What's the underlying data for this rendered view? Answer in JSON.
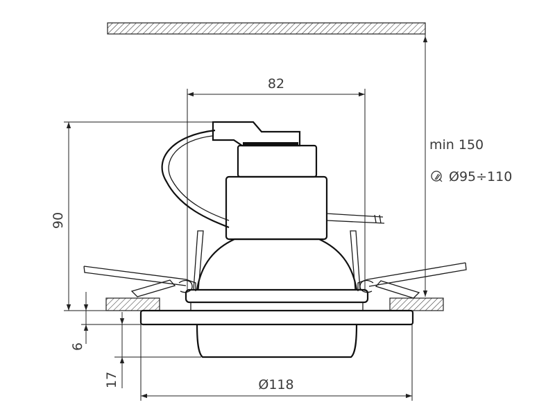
{
  "dimensions": {
    "width": "82",
    "height": "90",
    "ceiling_clearance": "min 150",
    "cutout": "Ø95÷110",
    "diameter": "Ø118",
    "flange_thickness": "6",
    "protrusion": "17"
  },
  "icons": {
    "cutout_tool": "hole-saw-icon"
  }
}
